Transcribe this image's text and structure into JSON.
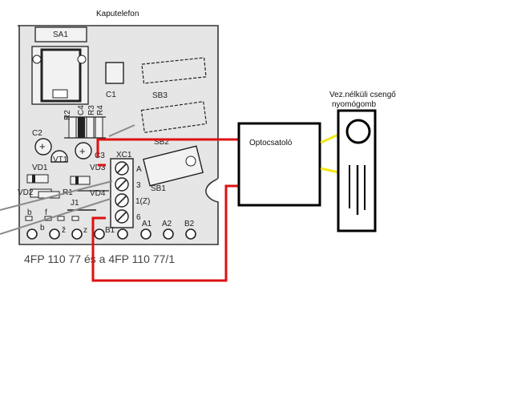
{
  "title": "Kaputelefon",
  "pcb": {
    "labels": {
      "sa1": "SA1",
      "c1": "C1",
      "sb3": "SB3",
      "sb2": "SB2",
      "sb1": "SB1",
      "r2": "R2",
      "c4": "C4",
      "r3": "R3",
      "r4": "R4",
      "c2": "C2",
      "vt1": "VT1",
      "c3": "C3",
      "xc1": "XC1",
      "vd3": "VD3",
      "vd1": "VD1",
      "vd2": "VD2",
      "r1": "R1",
      "vd4": "VD4",
      "j1": "J1",
      "term_a": "A",
      "term_3": "3",
      "term_1z": "1(Z)",
      "term_6": "6",
      "pin_a1": "A1",
      "pin_a2": "A2",
      "pin_b2": "B2",
      "pin_b1": "B1",
      "pin_b_top": "b",
      "pin_f": "f",
      "pin_b": "b",
      "pin_z_hacek": "ž",
      "pin_z": "z"
    },
    "caption": "4FP 110 77 és a 4FP 110 77/1"
  },
  "optocoupler": {
    "label": "Optocsatoló"
  },
  "bell_button": {
    "label_line1": "Vez.nélküli csengő",
    "label_line2": "nyomógomb"
  },
  "colors": {
    "red_wire": "#dd1111",
    "yellow_wire": "#f5e614",
    "outline": "#000000"
  }
}
